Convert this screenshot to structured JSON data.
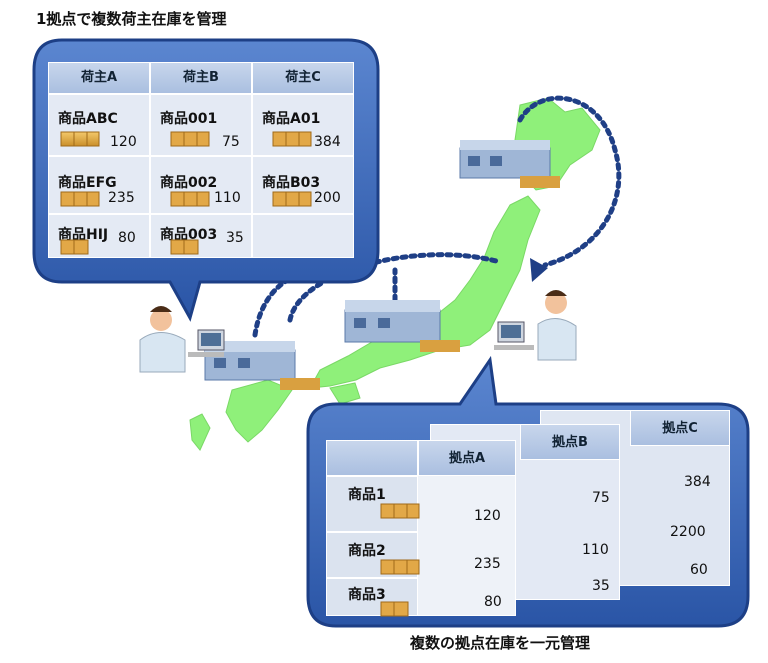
{
  "title_top": "1拠点で複数荷主在庫を管理",
  "title_bottom": "複数の拠点在庫を一元管理",
  "owner_table": {
    "headers": [
      "荷主A",
      "荷主B",
      "荷主C"
    ],
    "rows": [
      [
        {
          "name": "商品ABC",
          "qty": "120"
        },
        {
          "name": "商品001",
          "qty": "75"
        },
        {
          "name": "商品A01",
          "qty": "384"
        }
      ],
      [
        {
          "name": "商品EFG",
          "qty": "235"
        },
        {
          "name": "商品002",
          "qty": "110"
        },
        {
          "name": "商品B03",
          "qty": "200"
        }
      ],
      [
        {
          "name": "商品HIJ",
          "qty": "80"
        },
        {
          "name": "商品003",
          "qty": "35"
        },
        {
          "name": "",
          "qty": ""
        }
      ]
    ]
  },
  "site_tables": {
    "site_a": {
      "header": "拠点A",
      "products": [
        "商品1",
        "商品2",
        "商品3"
      ],
      "qtys": [
        "120",
        "235",
        "80"
      ]
    },
    "site_b": {
      "header": "拠点B",
      "qtys": [
        "75",
        "110",
        "35"
      ]
    },
    "site_c": {
      "header": "拠点C",
      "qtys": [
        "384",
        "2200",
        "60"
      ]
    }
  },
  "colors": {
    "bubble": "#3564b4",
    "bubble_dark": "#1d3f86",
    "map": "#8ff07a",
    "arrow": "#1f3f86"
  }
}
